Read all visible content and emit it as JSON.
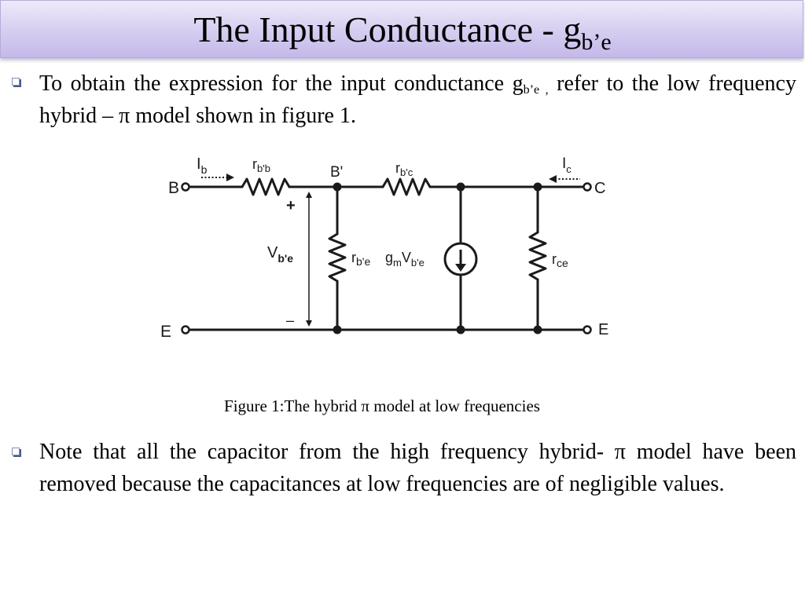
{
  "slide": {
    "title_main": "The Input Conductance - g",
    "title_sub": "b’e"
  },
  "bullets": [
    {
      "text_a": "To obtain the expression for the input conductance g",
      "sub": "b’e ,",
      "text_b": "  refer to the low frequency hybrid – π model shown in figure 1."
    },
    {
      "text": "Note that all the capacitor from the high frequency hybrid-  π model have been  removed because the capacitances at low frequencies are of negligible values."
    }
  ],
  "figure": {
    "caption": "Figure 1:The hybrid π model at low frequencies",
    "labels": {
      "node_b": "B",
      "node_e_left": "E",
      "node_c": "C",
      "node_e_right": "E",
      "node_bprime": "B'",
      "ib_main": "I",
      "ib_sub": "b",
      "ic_main": "I",
      "ic_sub": "c",
      "rbb_main": "r",
      "rbb_sub": "b'b",
      "rbc_main": "r",
      "rbc_sub": "b'c",
      "rbe_main": "r",
      "rbe_sub": "b'e",
      "rce_main": "r",
      "rce_sub": "ce",
      "vbe_main": "V",
      "vbe_sub": "b'e",
      "gm_main": "g",
      "gm_sub": "m",
      "gm_v": "V",
      "gm_vsub": "b'e",
      "plus": "+",
      "minus": "–"
    }
  }
}
